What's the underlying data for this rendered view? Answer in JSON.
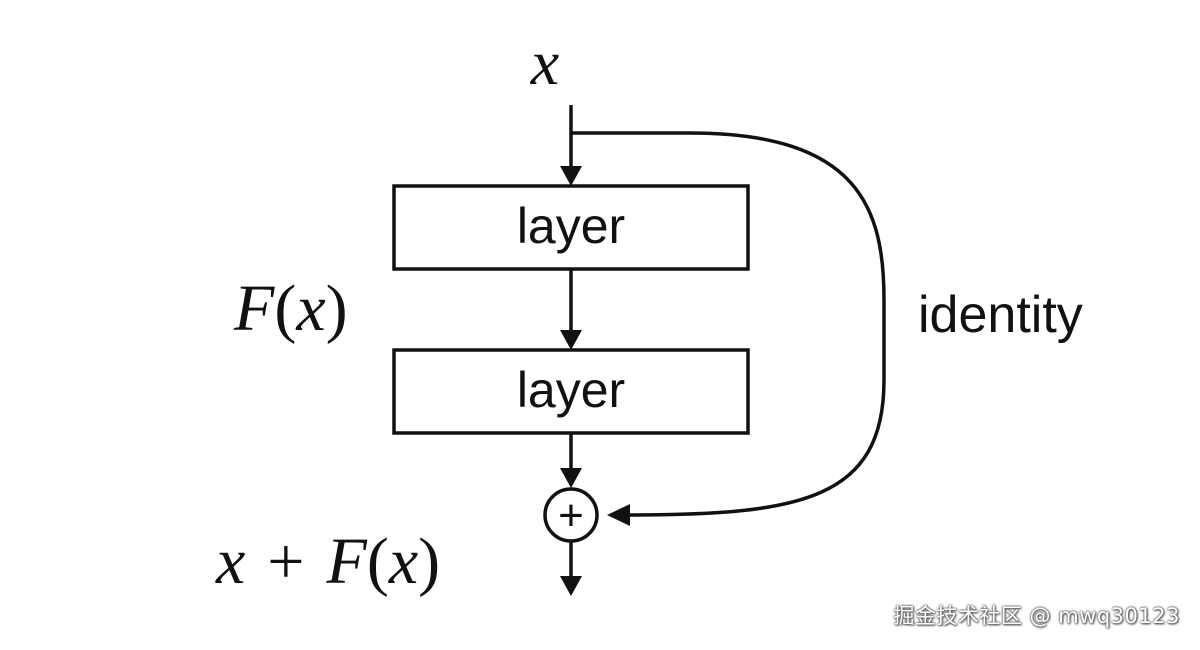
{
  "input_label": "x",
  "layer1_label": "layer",
  "layer2_label": "layer",
  "function_label": {
    "name": "F",
    "open": "(",
    "arg": "x",
    "close": ")"
  },
  "identity_label": "identity",
  "sum_symbol": "+",
  "output_label": {
    "x": "x",
    "plus": "+",
    "name": "F",
    "open": "(",
    "arg": "x",
    "close": ")"
  },
  "watermark": "掘金技术社区 @ mwq30123"
}
